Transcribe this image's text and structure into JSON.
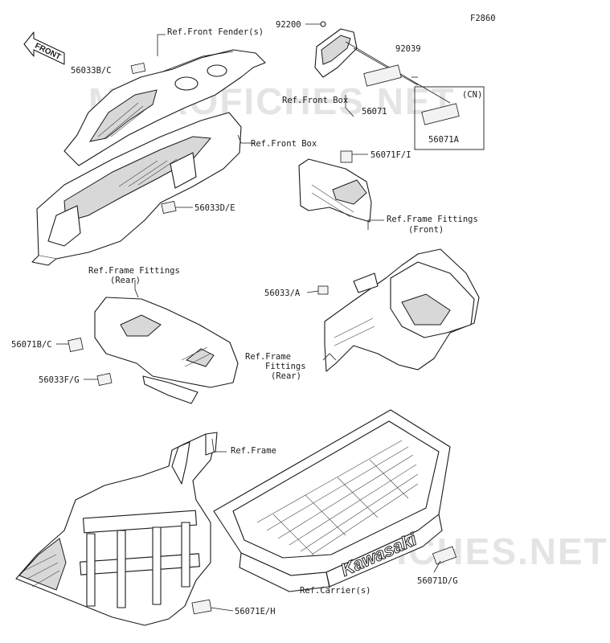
{
  "figure_code": "F2860",
  "watermark": "MICROFICHES.NET",
  "front_arrow": "FRONT",
  "region_box": "(CN)",
  "brand_decal": "Kawasaki",
  "part_labels": {
    "p56033bc": "56033B/C",
    "p92200": "92200",
    "p92039": "92039",
    "p56071": "56071",
    "p56071a": "56071A",
    "p56071fi": "56071F/I",
    "p56033de": "56033D/E",
    "p56033a": "56033/A",
    "p56071bc": "56071B/C",
    "p56033fg": "56033F/G",
    "p56071eh": "56071E/H",
    "p56071dg": "56071D/G"
  },
  "references": {
    "front_fender": "Ref.Front Fender(s)",
    "front_box_top": "Ref.Front Box",
    "front_box": "Ref.Front Box",
    "frame_fittings_front_1": "Ref.Frame Fittings",
    "frame_fittings_front_2": "(Front)",
    "frame_fittings_rear_left_1": "Ref.Frame Fittings",
    "frame_fittings_rear_left_2": "(Rear)",
    "frame_fittings_rear_mid_1": "Ref.Frame",
    "frame_fittings_rear_mid_2": "Fittings",
    "frame_fittings_rear_mid_3": "(Rear)",
    "frame": "Ref.Frame",
    "carrier": "Ref.Carrier(s)"
  }
}
